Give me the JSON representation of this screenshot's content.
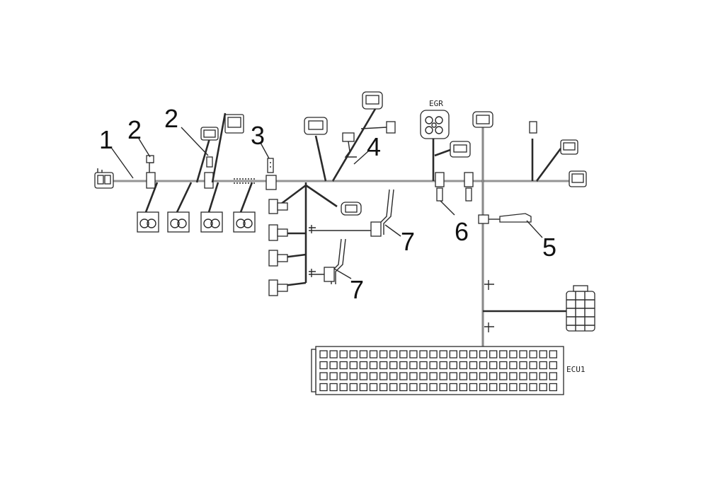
{
  "diagram": {
    "callouts": {
      "c1": "1",
      "c2a": "2",
      "c2b": "2",
      "c3": "3",
      "c4": "4",
      "c5": "5",
      "c6": "6",
      "c7a": "7",
      "c7b": "7"
    },
    "labels": {
      "egr": "EGR",
      "ecu": "ECU1"
    }
  }
}
